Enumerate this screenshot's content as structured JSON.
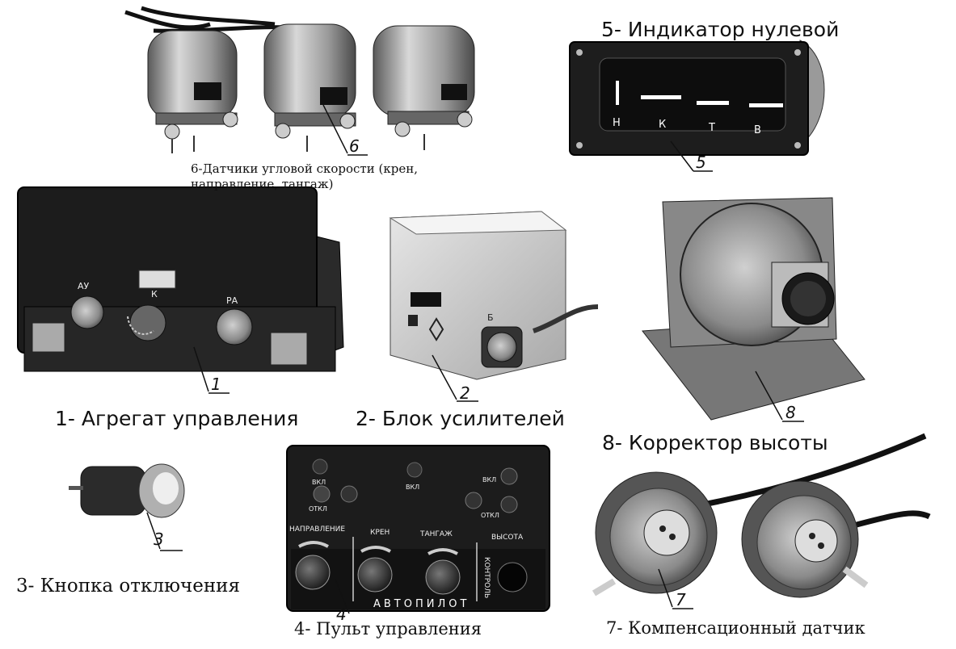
{
  "captions": {
    "c1": "1- Агрегат управления",
    "c2": "2- Блок усилителей",
    "c3": "3- Кнопка отключения",
    "c4": "4- Пульт управления",
    "c5": "5- Индикатор нулевой",
    "c6": "6-Датчики угловой скорости (крен, направление, тангаж)",
    "c7": "7- Компенсационный датчик",
    "c8": "8- Корректор высоты"
  },
  "callouts": {
    "n1": "1",
    "n2": "2",
    "n3": "3",
    "n4": "4",
    "n5": "5",
    "n6": "6",
    "n7": "7",
    "n8": "8"
  },
  "device_labels": {
    "aggregate": {
      "left": "АУ",
      "center": "К",
      "right": "РА"
    },
    "amplifier": {
      "plug": "Б"
    },
    "indicator": {
      "n": "Н",
      "k": "К",
      "t": "Т",
      "v": "В"
    },
    "panel": {
      "on_left": "ВКЛ",
      "off_left": "ОТКЛ",
      "on_center": "ВКЛ",
      "on_right": "ВКЛ",
      "off_right": "ОТКЛ",
      "direction": "НАПРАВЛЕНИЕ",
      "roll": "КРЕН",
      "pitch": "ТАНГАЖ",
      "altitude": "ВЫСОТА",
      "autopilot": "АВТОПИЛОТ",
      "control": "КОНТРОЛЬ"
    }
  },
  "colors": {
    "ink": "#111111",
    "metal": "#9c9c9c",
    "panel": "#1c1c1c",
    "paper": "#ffffff"
  }
}
